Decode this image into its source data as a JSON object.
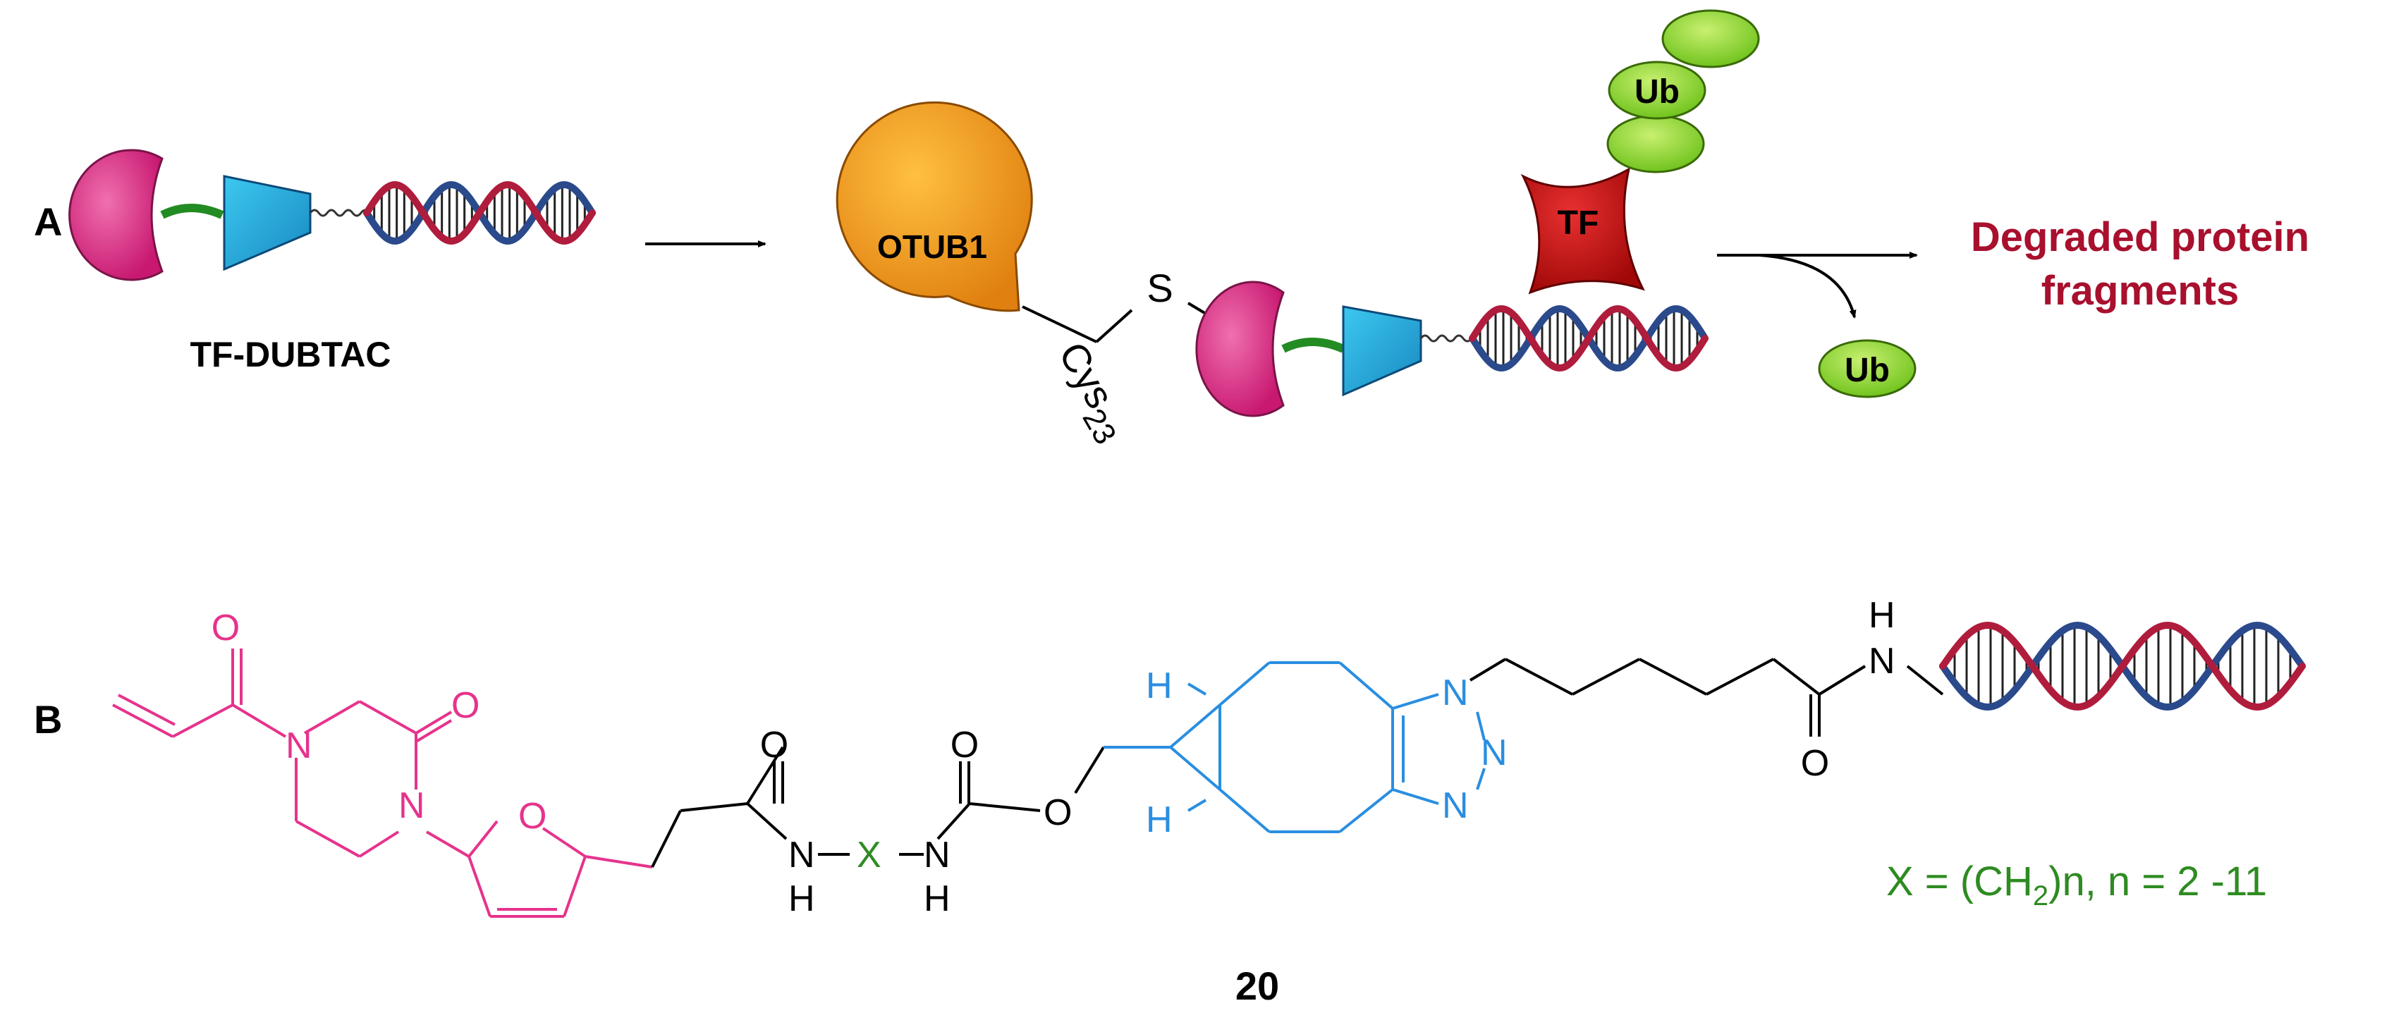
{
  "panel_a": {
    "label": "A",
    "construct_name": "TF-DUBTAC",
    "otub1_label": "OTUB1",
    "sulfur_label": "S",
    "cys_label": "Cys",
    "cys_number": "23",
    "tf_label": "TF",
    "ub_label": "Ub",
    "product_line1": "Degraded protein",
    "product_line2": "fragments"
  },
  "panel_b": {
    "label": "B",
    "compound_number": "20",
    "x_definition_prefix": "X = (CH",
    "x_definition_sub": "2",
    "x_definition_suffix": ")n, n = 2 -11",
    "atoms": {
      "O": "O",
      "N": "N",
      "H": "H",
      "X": "X"
    }
  },
  "colors": {
    "warhead": "#e6338c",
    "linker_x": "#2e8b22",
    "click_handle": "#2a8ee0",
    "dna_red": "#b01c3c",
    "dna_blue": "#2a4a8c",
    "product_text": "#a8102e",
    "otub1": "#f5a21a",
    "tf_protein": "#cc1818",
    "ub": "#8ed82e",
    "recruiter": "#e03c8c",
    "tf_ligand": "#22a8dc"
  }
}
